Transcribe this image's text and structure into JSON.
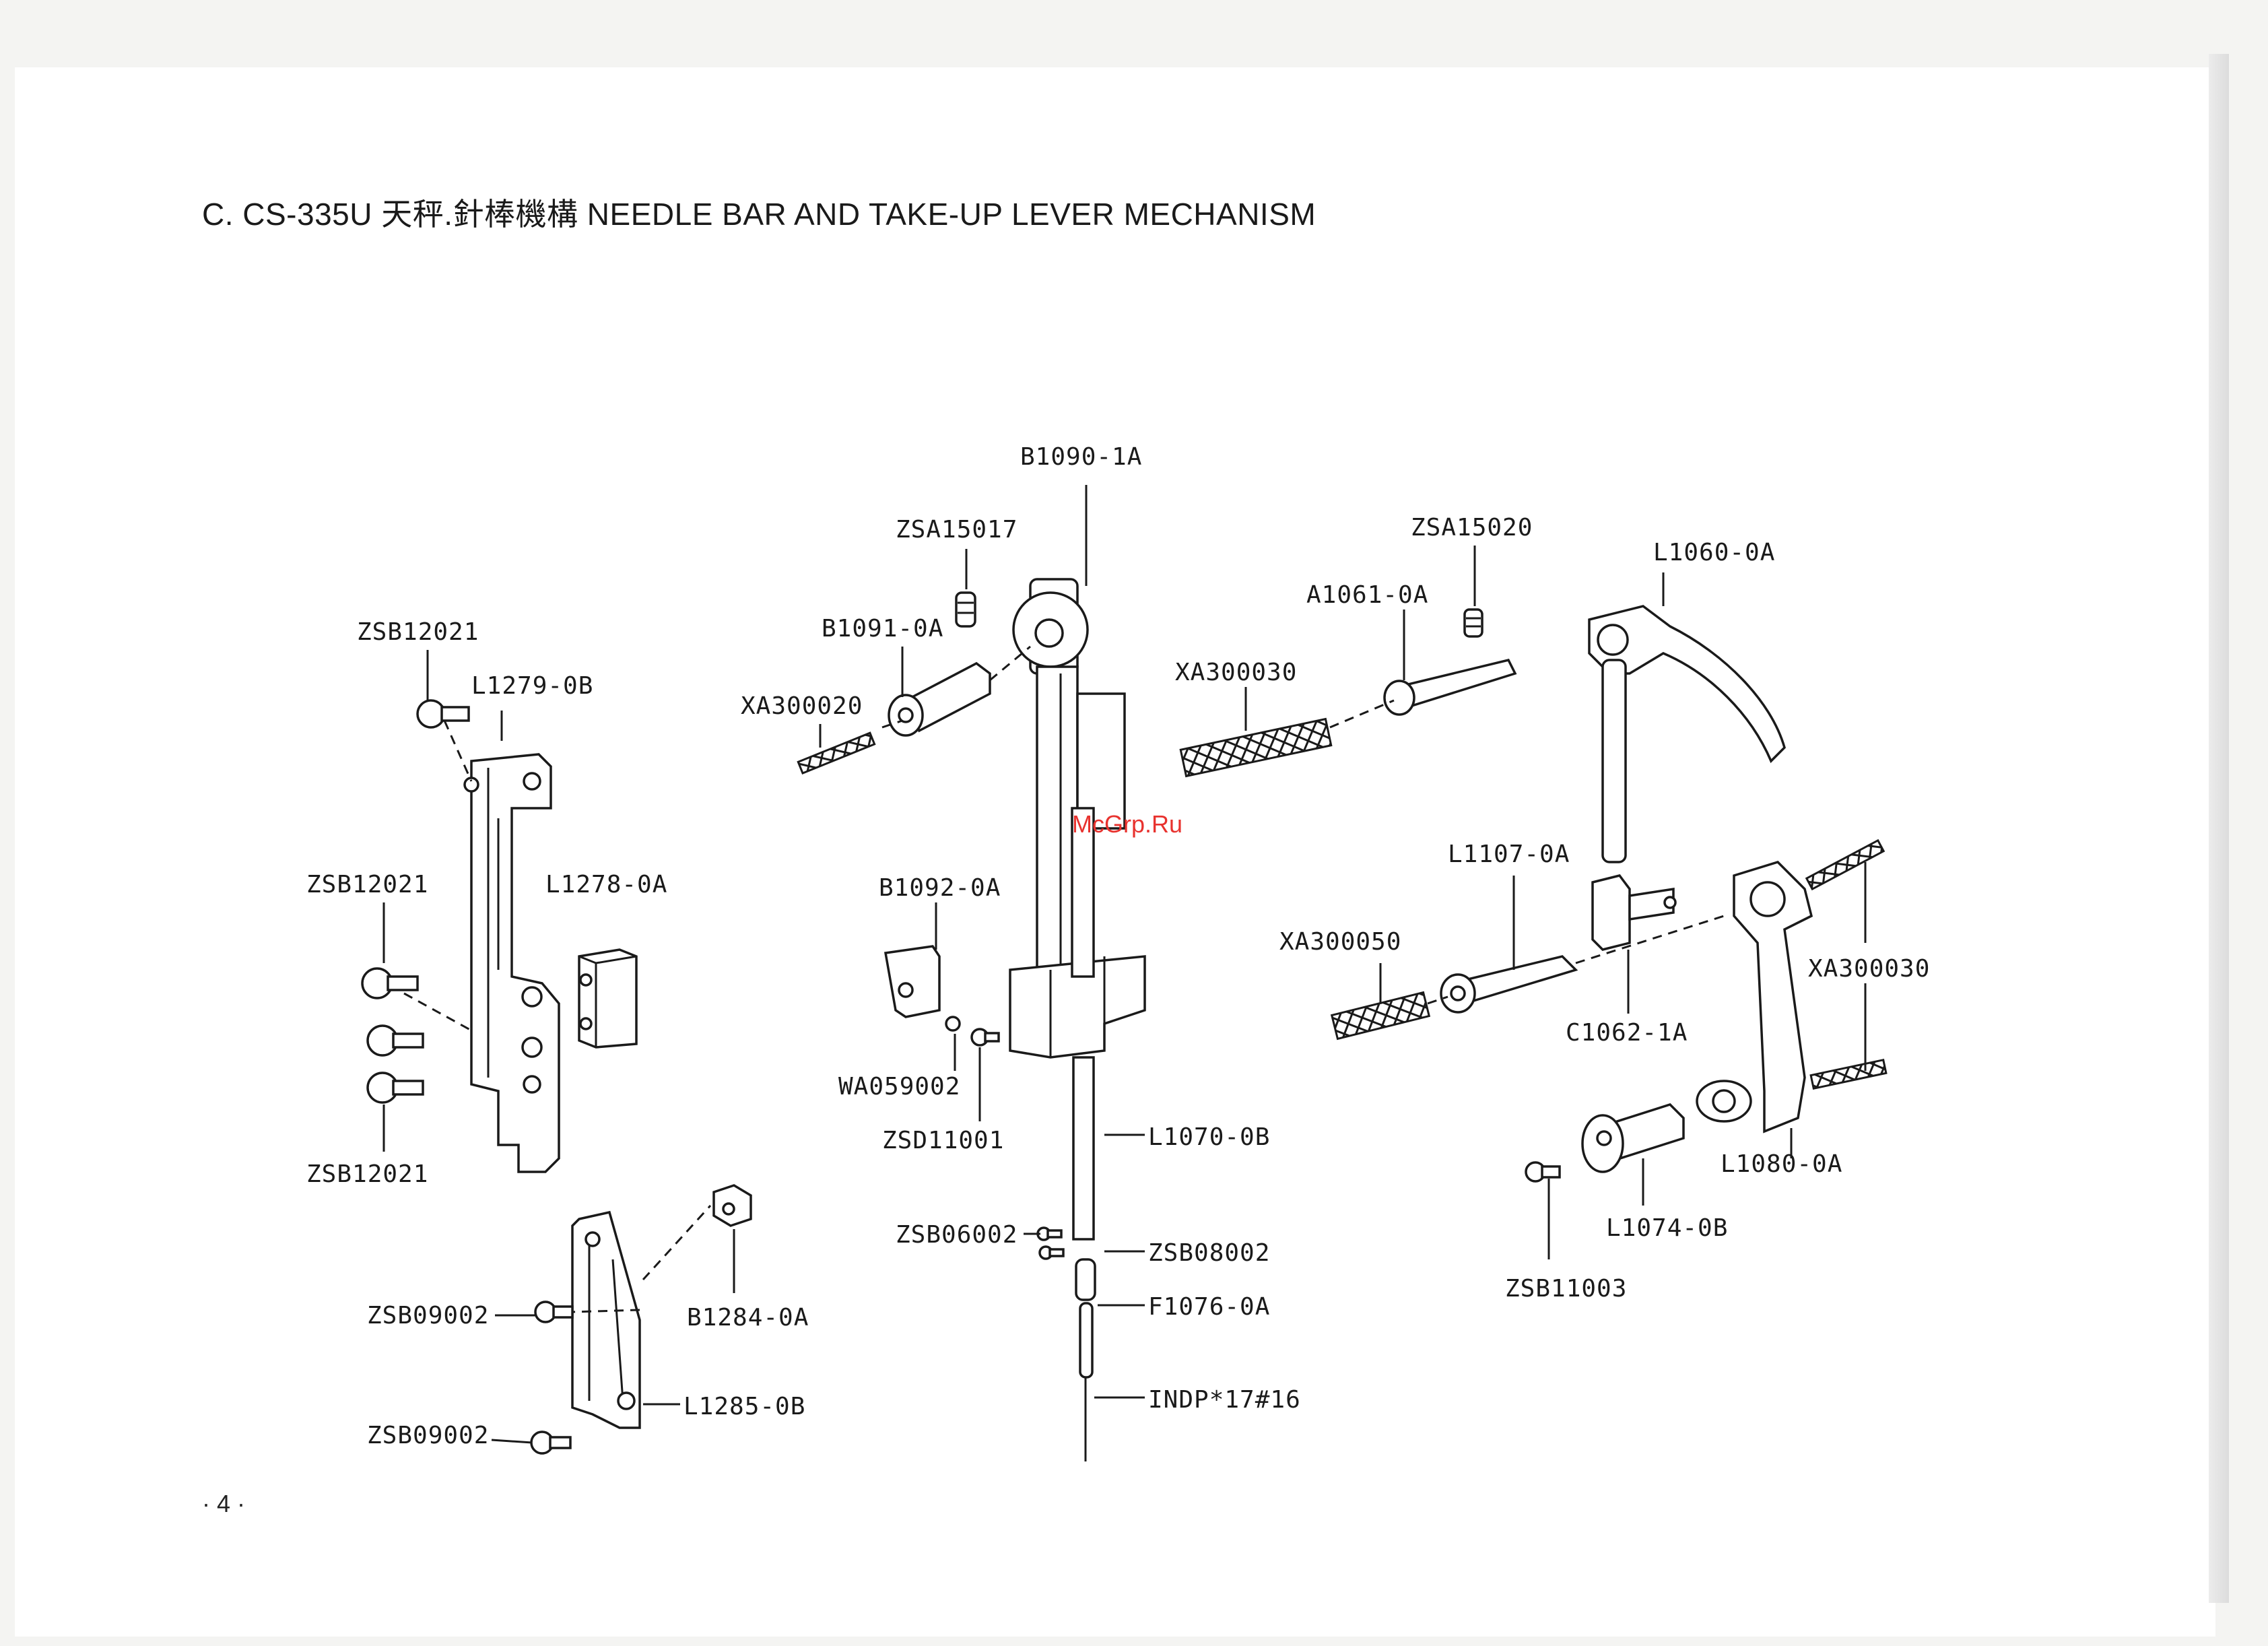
{
  "title": "C. CS-335U  天秤.針棒機構   NEEDLE BAR AND TAKE-UP LEVER MECHANISM",
  "watermark": "McGrp.Ru",
  "page_number": "· 4 ·",
  "parts": {
    "B1090_1A": "B1090-1A",
    "ZSA15017": "ZSA15017",
    "B1091_0A": "B1091-0A",
    "XA300020": "XA300020",
    "ZSB12021_top": "ZSB12021",
    "L1279_0B": "L1279-0B",
    "ZSB12021_mid": "ZSB12021",
    "L1278_0A": "L1278-0A",
    "ZSB12021_bot": "ZSB12021",
    "B1092_0A": "B1092-0A",
    "WA059002": "WA059002",
    "ZSD11001": "ZSD11001",
    "L1070_0B": "L1070-0B",
    "ZSB06002": "ZSB06002",
    "ZSB08002": "ZSB08002",
    "F1076_0A": "F1076-0A",
    "INDP": "INDP*17#16",
    "ZSB09002_top": "ZSB09002",
    "B1284_0A": "B1284-0A",
    "L1285_0B": "L1285-0B",
    "ZSB09002_bot": "ZSB09002",
    "ZSA15020": "ZSA15020",
    "A1061_0A": "A1061-0A",
    "XA300030_top": "XA300030",
    "L1060_0A": "L1060-0A",
    "L1107_0A": "L1107-0A",
    "XA300050": "XA300050",
    "C1062_1A": "C1062-1A",
    "XA300030_right": "XA300030",
    "L1080_0A": "L1080-0A",
    "L1074_0B": "L1074-0B",
    "ZSB11003": "ZSB11003"
  }
}
